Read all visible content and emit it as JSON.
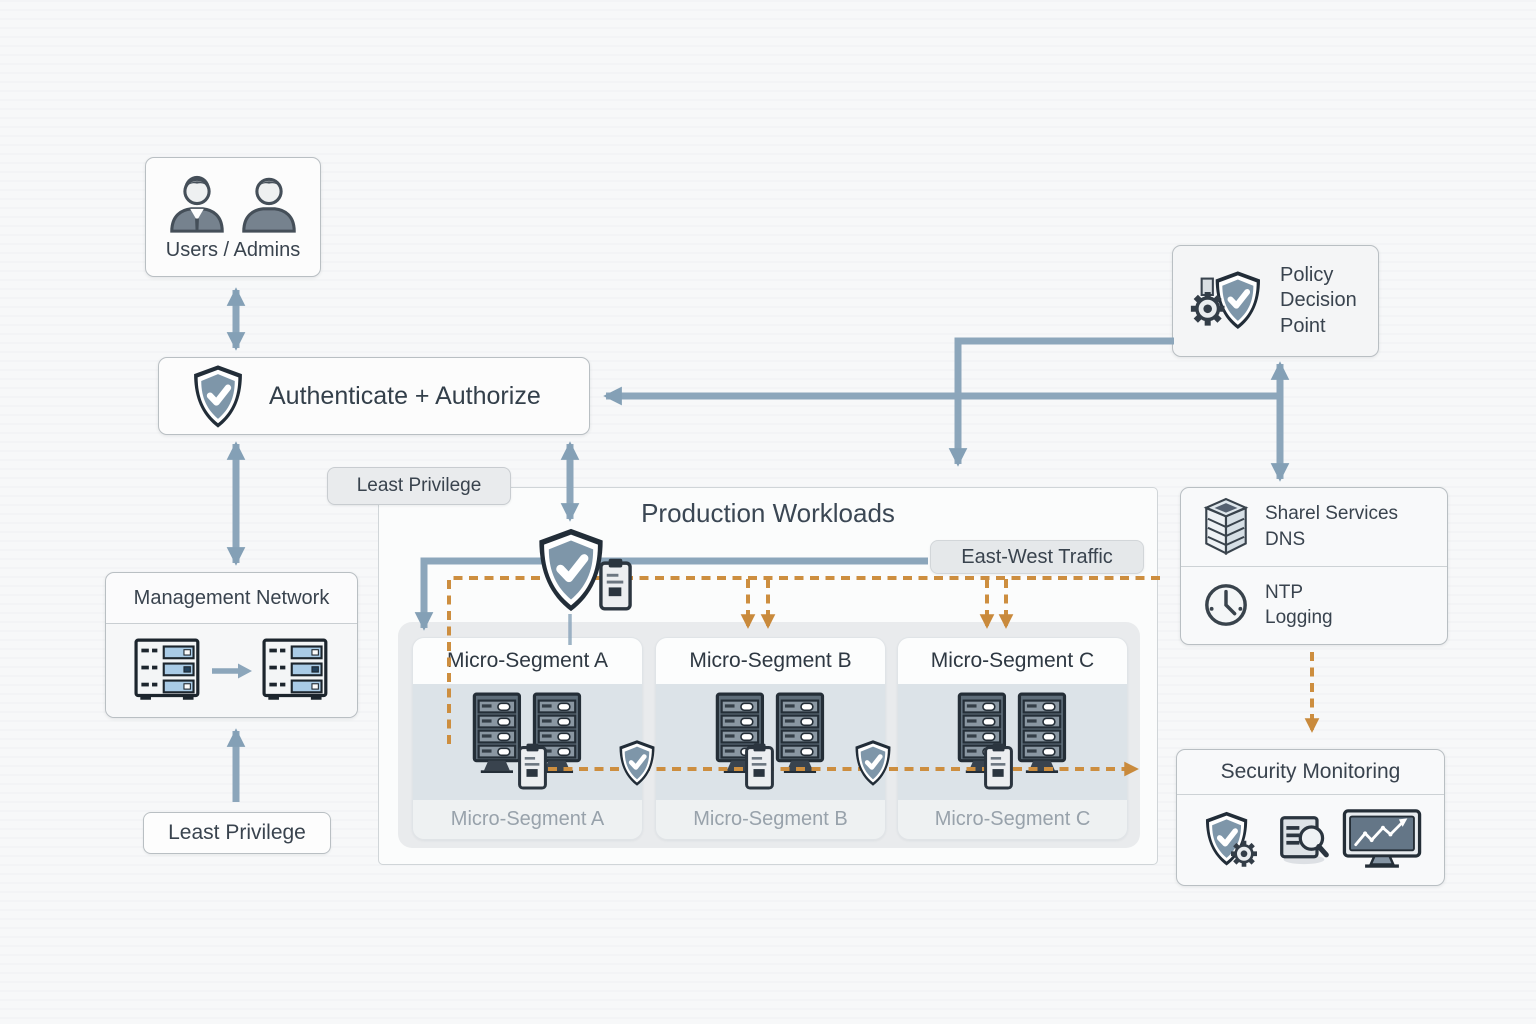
{
  "diagram": {
    "users": {
      "label": "Users / Admins"
    },
    "auth": {
      "label": "Authenticate + Authorize"
    },
    "pdp": {
      "label": "Policy Decision Point"
    },
    "least_privilege_top": {
      "label": "Least Privilege"
    },
    "least_privilege_bottom": {
      "label": "Least Privilege"
    },
    "management": {
      "title": "Management Network"
    },
    "production": {
      "title": "Production Workloads",
      "east_west_label": "East-West Traffic",
      "segments": [
        {
          "title": "Micro-Segment A",
          "footer": "Micro-Segment A"
        },
        {
          "title": "Micro-Segment B",
          "footer": "Micro-Segment B"
        },
        {
          "title": "Micro-Segment C",
          "footer": "Micro-Segment C"
        }
      ]
    },
    "shared_services": {
      "row1_line1": "Sharel Services",
      "row1_line2": "DNS",
      "row2_line1": "NTP",
      "row2_line2": "Logging"
    },
    "security_monitoring": {
      "title": "Security Monitoring"
    },
    "icons": {
      "users": "two-person-silhouettes",
      "auth": "shield-check-icon",
      "pdp": "gear-shield-check-icon",
      "segment_gateway": "shield-check-icon",
      "policy_doc": "clipboard-icon",
      "workload": "server-rack-icon",
      "management": "server-cabinet-icon",
      "shared_stack": "stacked-servers-icon",
      "ntp": "clock-icon",
      "log_search": "log-magnifier-icon",
      "monitoring": "monitor-trend-chart-icon"
    },
    "colors": {
      "arrow_blue": "#8ca6bb",
      "arrow_orange": "#cd8e3f",
      "shield_fill": "#7e96a9",
      "icon_outline": "#242e37",
      "bay_accent_blue": "#a9cbe6",
      "background": "#f7f8f9"
    }
  }
}
